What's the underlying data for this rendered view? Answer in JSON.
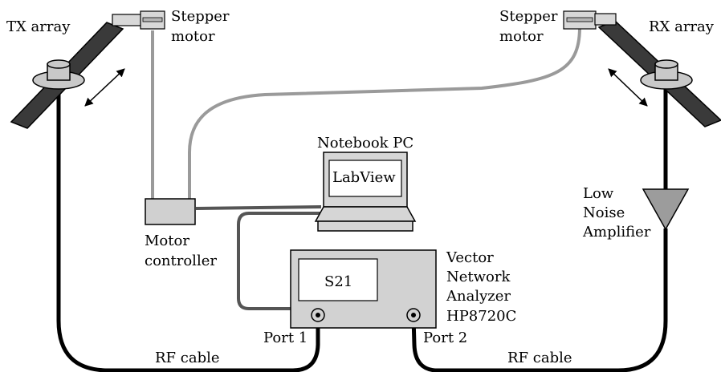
{
  "labels": {
    "tx_array": "TX array",
    "rx_array": "RX array",
    "stepper_left": [
      "Stepper",
      "motor"
    ],
    "stepper_right": [
      "Stepper",
      "motor"
    ],
    "notebook": "Notebook PC",
    "labview": "LabView",
    "low_noise": [
      "Low",
      "Noise",
      "Amplifier"
    ],
    "motor_controller": [
      "Motor",
      "controller"
    ],
    "vna": [
      "Vector",
      "Network",
      "Analyzer",
      "HP8720C"
    ],
    "s21": "S21",
    "port1": "Port 1",
    "port2": "Port 2",
    "rf_cable_left": "RF cable",
    "rf_cable_right": "RF cable"
  }
}
